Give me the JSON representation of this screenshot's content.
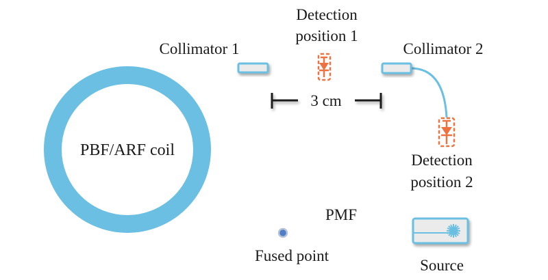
{
  "diagram": {
    "title": "Fiber setup schematic",
    "colors": {
      "fiber": "#6ABFE3",
      "pmf": "#1a1a1a",
      "detector": "#EE7240",
      "device_fill": "#EBEBEB",
      "fused_point": "#4F7FC8"
    },
    "labels": {
      "coil": "PBF/ARF coil",
      "collimator1": "Collimator 1",
      "collimator2": "Collimator 2",
      "detection1_line1": "Detection",
      "detection1_line2": "position 1",
      "detection2_line1": "Detection",
      "detection2_line2": "position 2",
      "distance": "3 cm",
      "pmf": "PMF",
      "fused_point": "Fused point",
      "source": "Source"
    },
    "icons": {
      "detector": "photodiode-icon",
      "source": "laser-starburst-icon"
    }
  }
}
